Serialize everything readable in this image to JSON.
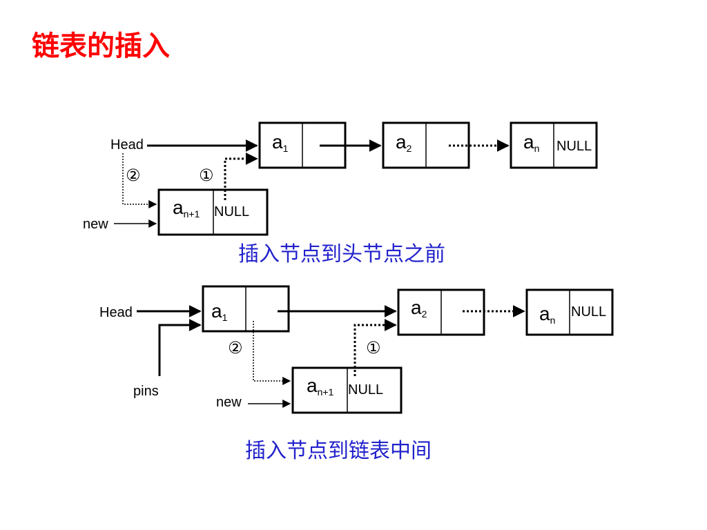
{
  "title": "链表的插入",
  "colors": {
    "title": "#ff0000",
    "caption": "#2222cc",
    "ink": "#000000"
  },
  "diagram1": {
    "caption": "插入节点到头节点之前",
    "head_label": "Head",
    "new_label": "new",
    "step1": "①",
    "step2": "②",
    "nodes": [
      {
        "base": "a",
        "sub": "1",
        "next": ""
      },
      {
        "base": "a",
        "sub": "2",
        "next": ""
      },
      {
        "base": "a",
        "sub": "n",
        "next": "NULL"
      }
    ],
    "new_node": {
      "base": "a",
      "sub": "n+1",
      "next": "NULL"
    }
  },
  "diagram2": {
    "caption": "插入节点到链表中间",
    "head_label": "Head",
    "pins_label": "pins",
    "new_label": "new",
    "step1": "①",
    "step2": "②",
    "nodes": [
      {
        "base": "a",
        "sub": "1",
        "next": ""
      },
      {
        "base": "a",
        "sub": "2",
        "next": ""
      },
      {
        "base": "a",
        "sub": "n",
        "next": "NULL"
      }
    ],
    "new_node": {
      "base": "a",
      "sub": "n+1",
      "next": "NULL"
    }
  }
}
